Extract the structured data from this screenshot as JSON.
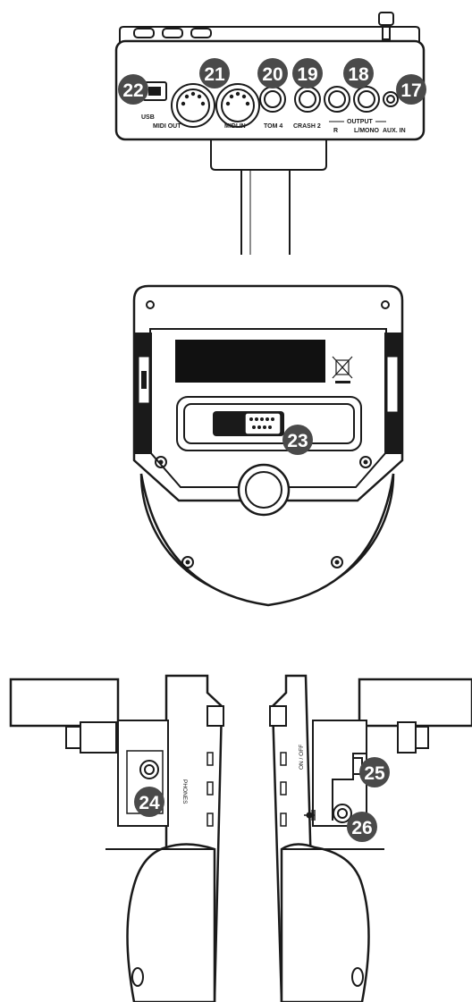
{
  "colors": {
    "outline": "#1a1a1a",
    "badge": "#4a4a4a",
    "badge_text": "#ffffff",
    "panel_dark": "#111111",
    "background": "#ffffff"
  },
  "badges": {
    "b17": "17",
    "b18": "18",
    "b19": "19",
    "b20": "20",
    "b21": "21",
    "b22": "22",
    "b23": "23",
    "b24": "24",
    "b25": "25",
    "b26": "26"
  },
  "labels": {
    "usb": "USB",
    "midi_out": "MIDI OUT",
    "midi_in": "MIDI IN",
    "tom4": "TOM 4",
    "crash2": "CRASH 2",
    "output": "OUTPUT",
    "r": "R",
    "lmono": "L/MONO",
    "aux_in": "AUX. IN",
    "phones": "PHONES",
    "on_off": "ON / OFF"
  }
}
